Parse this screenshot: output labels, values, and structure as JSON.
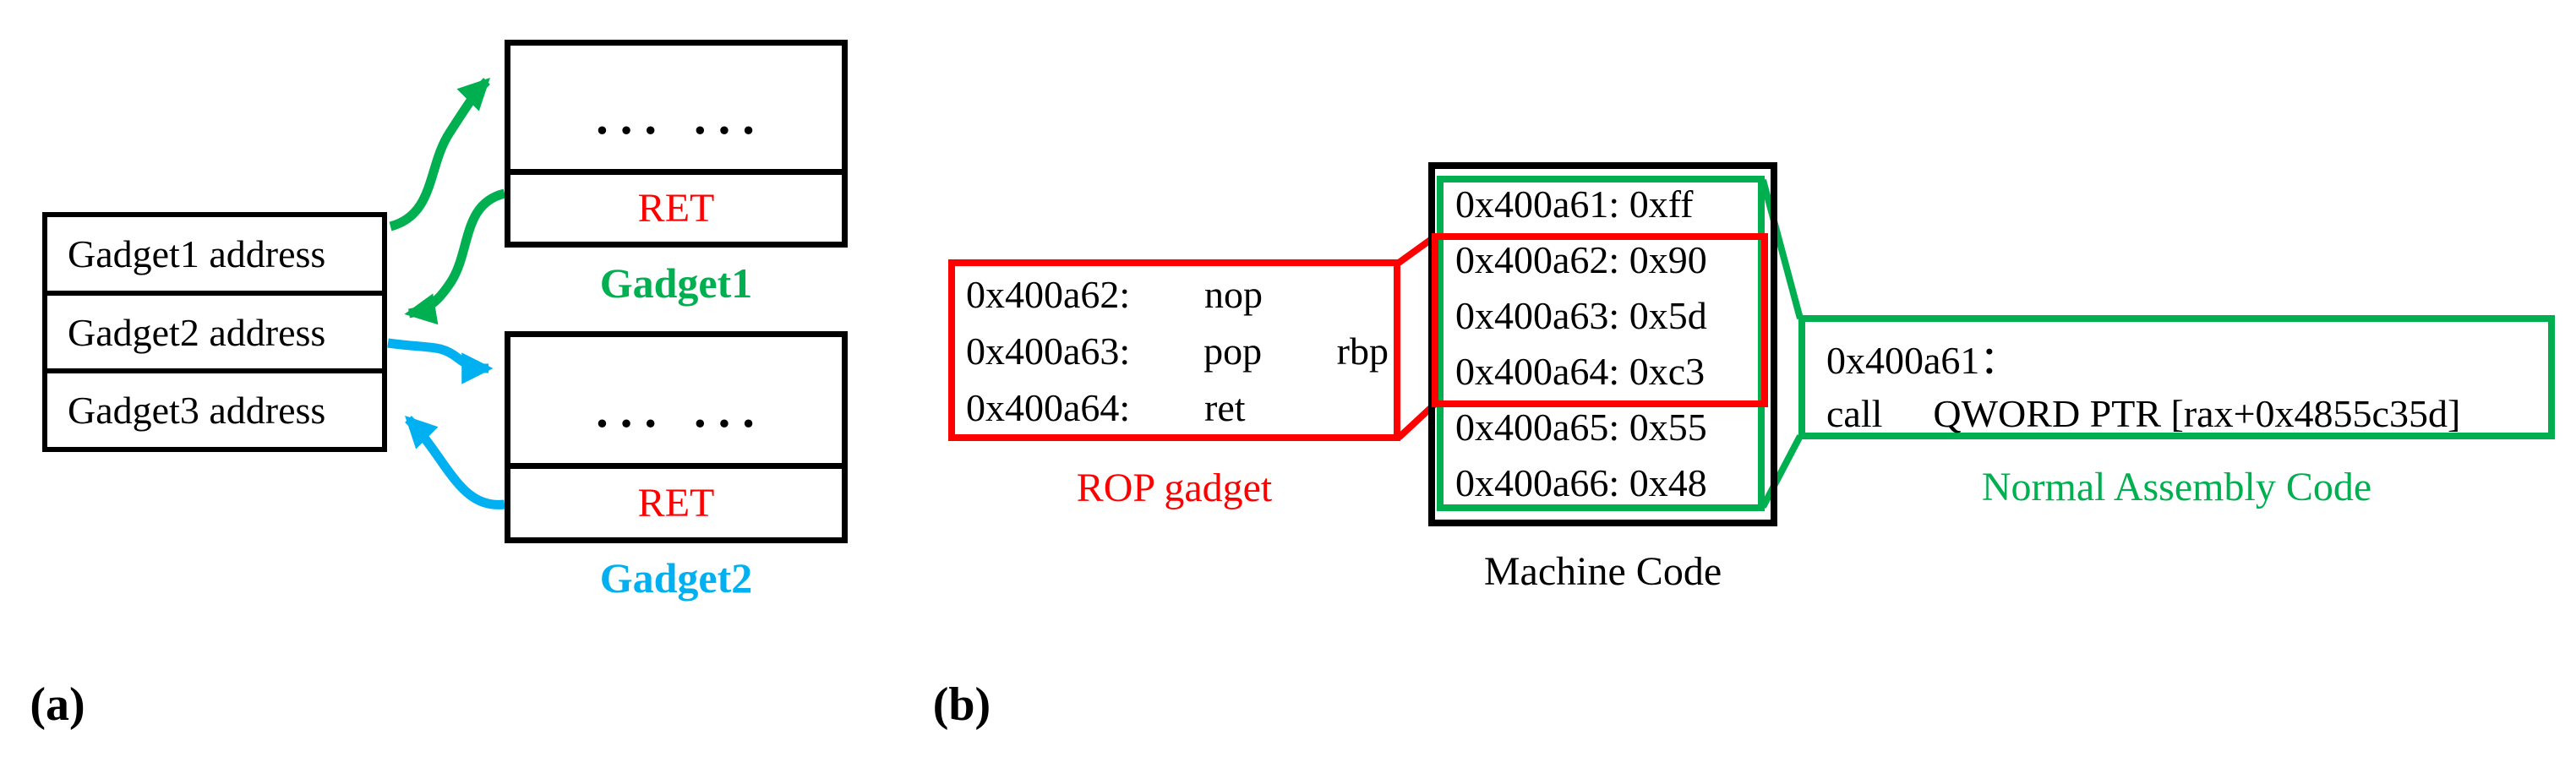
{
  "colors": {
    "green": "#00B050",
    "blue": "#00B0F0",
    "red": "#FF0000",
    "black": "#000000"
  },
  "panel_a": {
    "label": "(a)",
    "stack": {
      "rows": [
        "Gadget1 address",
        "Gadget2 address",
        "Gadget3 address"
      ]
    },
    "gadget1": {
      "dots": "··· ···",
      "ret": "RET",
      "caption": "Gadget1"
    },
    "gadget2": {
      "dots": "··· ···",
      "ret": "RET",
      "caption": "Gadget2"
    }
  },
  "panel_b": {
    "label": "(b)",
    "rop_box": {
      "lines": [
        {
          "addr": "0x400a62:",
          "op": "nop",
          "operand": ""
        },
        {
          "addr": "0x400a63:",
          "op": "pop",
          "operand": "rbp"
        },
        {
          "addr": "0x400a64:",
          "op": "ret",
          "operand": ""
        }
      ],
      "caption": "ROP gadget"
    },
    "machine_code": {
      "rows": [
        "0x400a61: 0xff",
        "0x400a62: 0x90",
        "0x400a63: 0x5d",
        "0x400a64: 0xc3",
        "0x400a65: 0x55",
        "0x400a66: 0x48"
      ],
      "caption": "Machine Code"
    },
    "asm_box": {
      "line1": "0x400a61：",
      "line2_mnemonic": "call",
      "line2_operands": "QWORD PTR [rax+0x4855c35d]",
      "caption": "Normal Assembly Code"
    }
  }
}
